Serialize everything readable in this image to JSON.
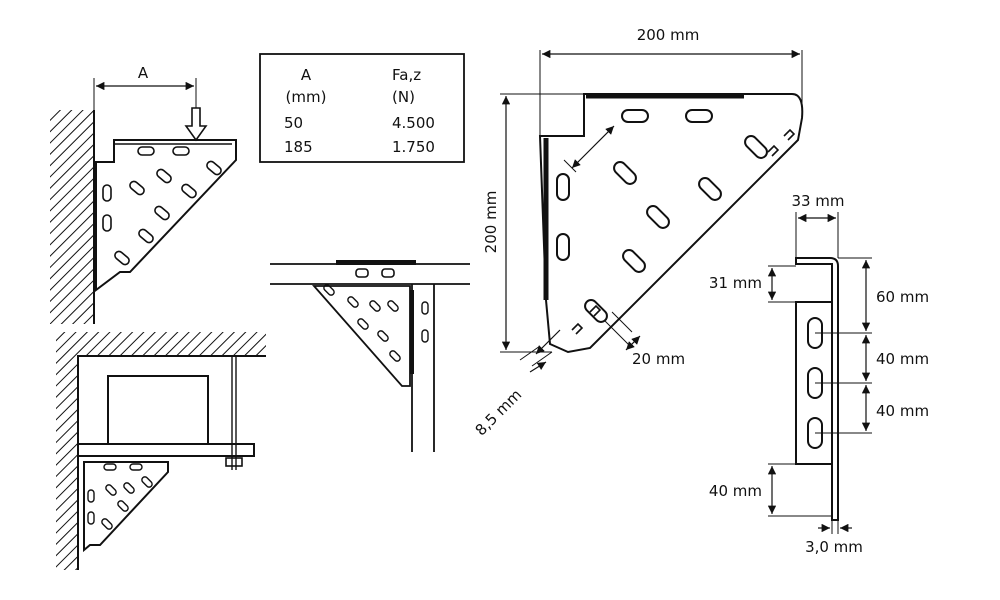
{
  "colors": {
    "ink": "#111111",
    "background": "#ffffff"
  },
  "mount_view": {
    "dimension_label": "A",
    "arrow": "load-arrow-icon"
  },
  "load_table": {
    "headers": [
      {
        "line1": "A",
        "line2": "(mm)"
      },
      {
        "line1": "Fa,z",
        "line2": "(N)"
      }
    ],
    "rows": [
      {
        "a": "50",
        "force": "4.500"
      },
      {
        "a": "185",
        "force": "1.750"
      }
    ]
  },
  "main_view": {
    "width_label": "200 mm",
    "height_label": "200 mm",
    "slot_offset_label": "20 mm",
    "edge_label": "8,5 mm"
  },
  "side_view": {
    "flange_label": "33 mm",
    "top_gap_label": "31 mm",
    "bottom_gap_label": "40 mm",
    "thickness_label": "3,0 mm",
    "spacing_labels": [
      "60 mm",
      "40 mm",
      "40 mm"
    ]
  }
}
